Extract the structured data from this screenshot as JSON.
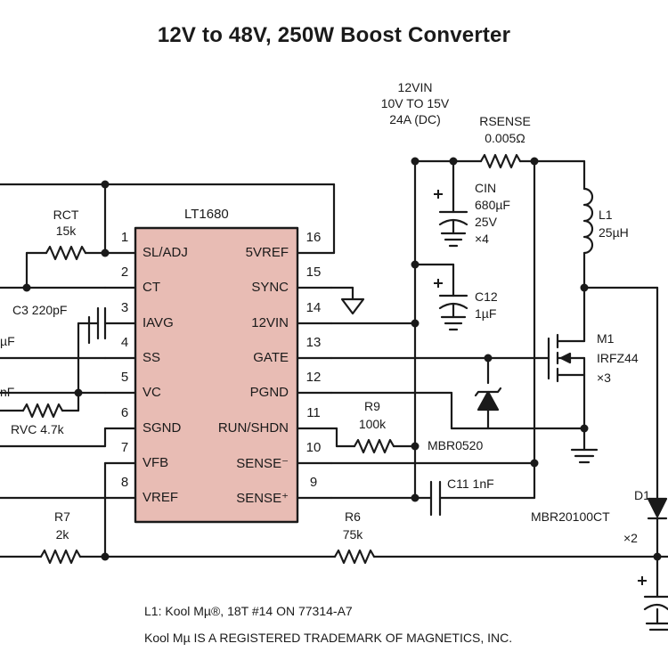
{
  "title": "12V to 48V, 250W Boost  Converter",
  "chip": {
    "name": "LT1680",
    "left_pins": [
      {
        "num": "1",
        "name": "SL/ADJ"
      },
      {
        "num": "2",
        "name": "CT"
      },
      {
        "num": "3",
        "name": "IAVG"
      },
      {
        "num": "4",
        "name": "SS"
      },
      {
        "num": "5",
        "name": "VC"
      },
      {
        "num": "6",
        "name": "SGND"
      },
      {
        "num": "7",
        "name": "VFB"
      },
      {
        "num": "8",
        "name": "VREF"
      }
    ],
    "right_pins": [
      {
        "num": "16",
        "name": "5VREF"
      },
      {
        "num": "15",
        "name": "SYNC"
      },
      {
        "num": "14",
        "name": "12VIN"
      },
      {
        "num": "13",
        "name": "GATE"
      },
      {
        "num": "12",
        "name": "PGND"
      },
      {
        "num": "11",
        "name": "RUN/SHDN"
      },
      {
        "num": "10",
        "name": "SENSE⁻"
      },
      {
        "num": "9",
        "name": "SENSE⁺"
      }
    ]
  },
  "input": {
    "name": "12VIN",
    "range": "10V TO 15V",
    "current": "24A (DC)"
  },
  "components": {
    "rsense": {
      "name": "RSENSE",
      "value": "0.005Ω"
    },
    "cin": {
      "name": "CIN",
      "value": "680µF",
      "voltage": "25V",
      "count": "×4"
    },
    "c12": {
      "name": "C12",
      "value": "1µF"
    },
    "l1": {
      "name": "L1",
      "value": "25µH"
    },
    "m1": {
      "name": "M1",
      "part": "IRFZ44",
      "count": "×3"
    },
    "rct": {
      "name": "RCT",
      "value": "15k"
    },
    "c3": {
      "label": "C3 220pF"
    },
    "rvc": {
      "label": "RVC 4.7k"
    },
    "r9": {
      "name": "R9",
      "value": "100k"
    },
    "zener": {
      "part": "MBR0520"
    },
    "c11": {
      "label": "C11 1nF"
    },
    "d1": {
      "name": "D1",
      "part": "MBR20100CT",
      "count": "×2"
    },
    "r7": {
      "name": "R7",
      "value": "2k"
    },
    "r6": {
      "name": "R6",
      "value": "75k"
    }
  },
  "partial_labels": {
    "left_cap_a": "µF",
    "left_cap_b": "nF"
  },
  "notes": [
    "L1: Kool Mµ®, 18T #14 ON 77314-A7",
    "Kool Mµ IS A REGISTERED TRADEMARK OF MAGNETICS, INC."
  ]
}
